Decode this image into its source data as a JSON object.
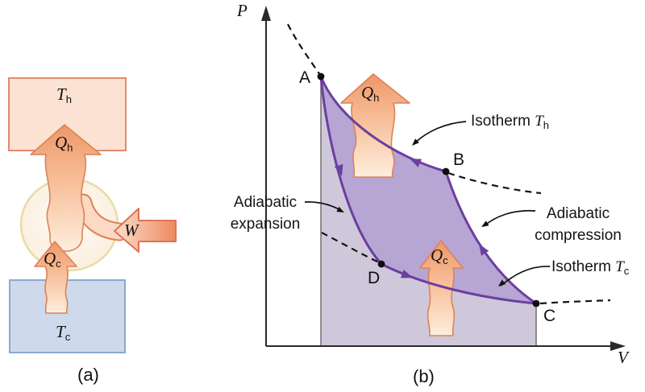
{
  "panel_a": {
    "caption": "(a)",
    "hot_reservoir": {
      "sym": "T",
      "sub": "h"
    },
    "cold_reservoir": {
      "sym": "T",
      "sub": "c"
    },
    "heat_hot": {
      "sym": "Q",
      "sub": "h"
    },
    "heat_cold": {
      "sym": "Q",
      "sub": "c"
    },
    "work": "W"
  },
  "panel_b": {
    "caption": "(b)",
    "axes": {
      "y": "P",
      "x": "V"
    },
    "points": {
      "A": "A",
      "B": "B",
      "C": "C",
      "D": "D"
    },
    "heat_hot": {
      "sym": "Q",
      "sub": "h"
    },
    "heat_cold": {
      "sym": "Q",
      "sub": "c"
    },
    "labels": {
      "isotherm_hot": {
        "word": "Isotherm",
        "sym": "T",
        "sub": "h"
      },
      "isotherm_cold": {
        "word": "Isotherm",
        "sym": "T",
        "sub": "c"
      },
      "adiabatic_expansion": {
        "line1": "Adiabatic",
        "line2": "expansion"
      },
      "adiabatic_compression": {
        "line1": "Adiabatic",
        "line2": "compression"
      }
    }
  },
  "colors": {
    "hot_box_fill": "#fbe2d2",
    "hot_box_border": "#e28a6d",
    "cold_box_fill": "#cedaeb",
    "cold_box_border": "#8ca9cb",
    "engine_circle_border": "#e6dda6",
    "heat_arrow_border": "#dc8258",
    "heat_arrow_top": "#ee9768",
    "heat_arrow_bottom": "#fdeedd",
    "work_arrow_border": "#de7454",
    "work_arrow_fill": "#ed8a60",
    "cycle_curve": "#6b3fa0",
    "cycle_fill_dark": "#b7a5d4",
    "cycle_fill_light": "#cfc8da",
    "axis": "#2a2a2a"
  }
}
